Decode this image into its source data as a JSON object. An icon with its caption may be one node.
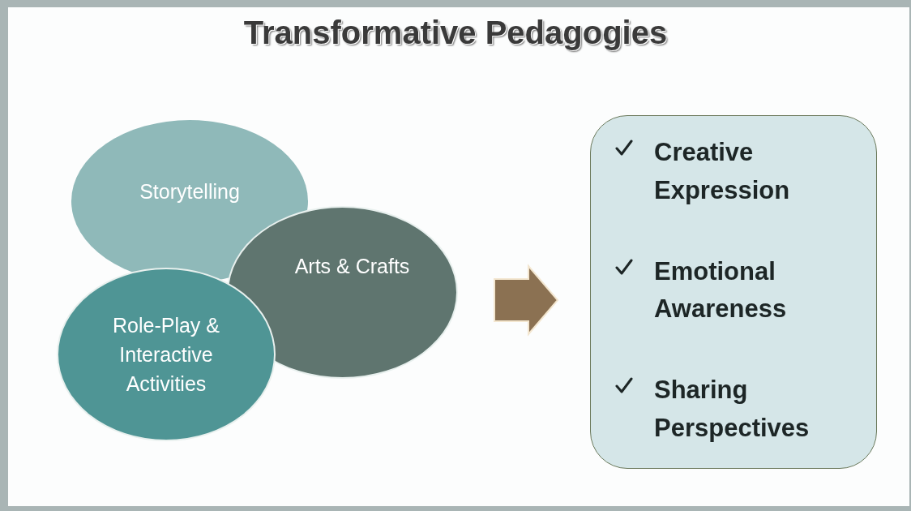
{
  "diagram": {
    "title": "Transformative Pedagogies",
    "nodes": [
      {
        "text": [
          "Storytelling"
        ]
      },
      {
        "text": [
          "Arts & Crafts"
        ]
      },
      {
        "text": [
          "Role-Play & Interactive Activities"
        ]
      },
      {
        "text": [
          "Creative Expression",
          "Emotional Awareness",
          "Sharing Perspectives"
        ]
      }
    ],
    "edges": [
      {
        "from": 1,
        "to": 3,
        "arrow": "to"
      }
    ]
  }
}
